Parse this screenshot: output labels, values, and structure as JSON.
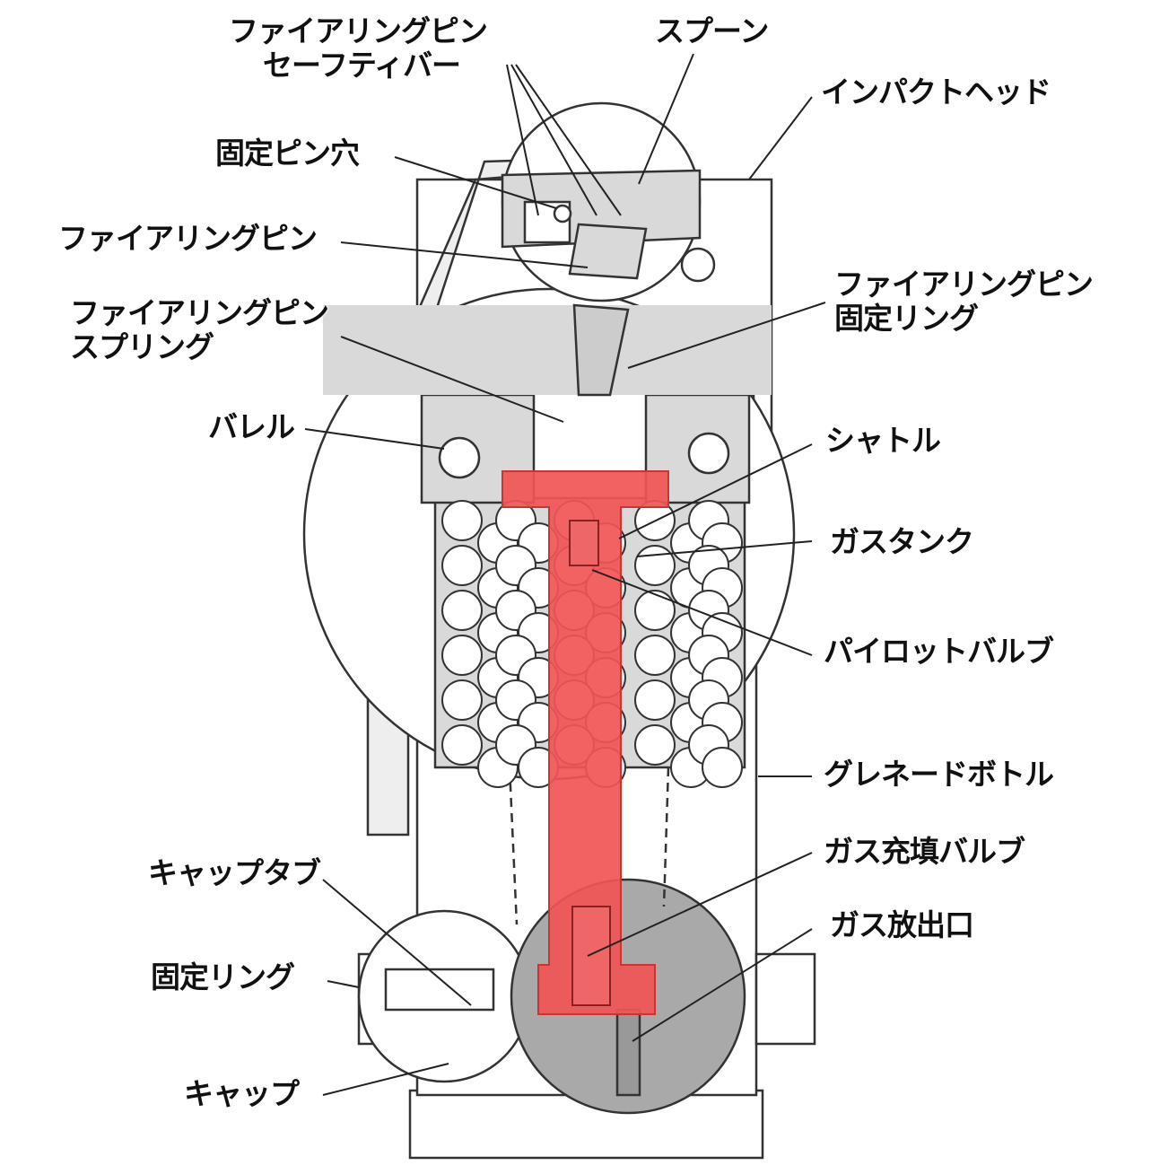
{
  "title": "グレネード構造図",
  "colors": {
    "highlight": "#f25555",
    "body": "#d9d9d9",
    "detail": "#a9a9a9",
    "outline": "#333333"
  },
  "labels": {
    "fp_safety_bar_1": "ファイアリングピン",
    "fp_safety_bar_2": "セーフティバー",
    "spoon": "スプーン",
    "impact_head": "インパクトヘッド",
    "fixing_pin_hole": "固定ピン穴",
    "firing_pin": "ファイアリングピン",
    "fp_ring_1": "ファイアリングピン",
    "fp_ring_2": "固定リング",
    "fp_spring_1": "ファイアリングピン",
    "fp_spring_2": "スプリング",
    "barrel": "バレル",
    "shuttle": "シャトル",
    "gas_tank": "ガスタンク",
    "pilot_valve": "パイロットバルブ",
    "grenade_bottle": "グレネードボトル",
    "gas_fill_valve": "ガス充填バルブ",
    "gas_outlet": "ガス放出口",
    "cap_tab": "キャップタブ",
    "fixing_ring": "固定リング",
    "cap": "キャップ"
  }
}
